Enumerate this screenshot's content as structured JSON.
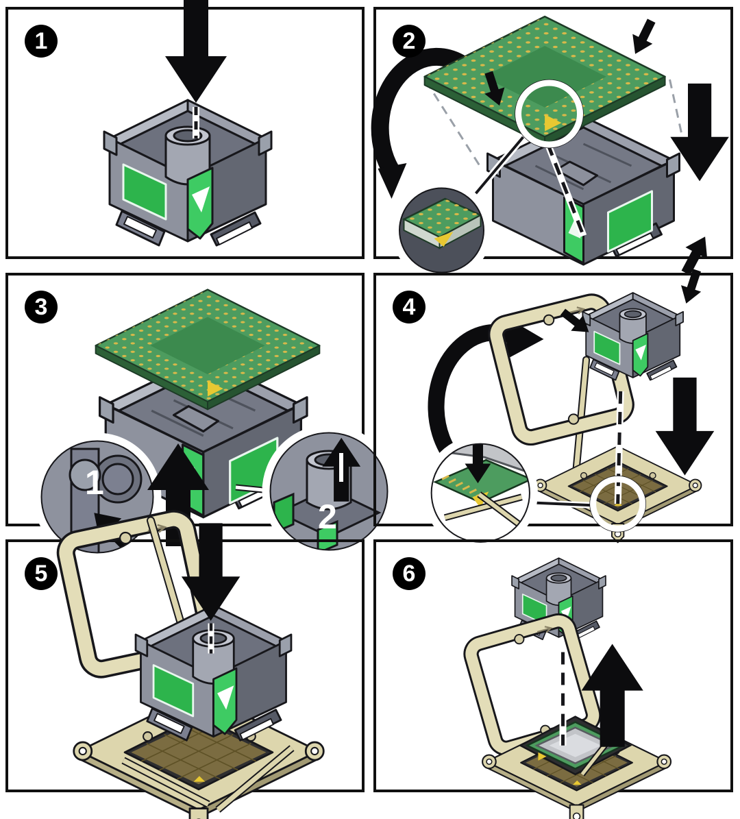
{
  "figure": {
    "panel_count": 6
  },
  "panels": [
    {
      "badge": "1"
    },
    {
      "badge": "2"
    },
    {
      "badge": "3",
      "callouts": [
        {
          "label": "1"
        },
        {
          "label": "2"
        }
      ]
    },
    {
      "badge": "4"
    },
    {
      "badge": "5"
    },
    {
      "badge": "6"
    }
  ],
  "colors": {
    "sticker_green": "#2db44c",
    "strip_green": "#3ecb63",
    "pcb_green": "#4d9c5f",
    "pcb_center_green": "#3c8a4e",
    "pin_gold": "#d8b84a",
    "marker_yellow": "#e8c832",
    "socket_beige": "#ddd6ad",
    "socket_beige_light": "#e3ddb8",
    "pinfield_brown": "#7b6c41",
    "tool_gray": "#8e929e",
    "tool_gray_dark": "#636772",
    "tool_gray_light": "#b6bac4",
    "heat_spreader_silver": "#c2c4c8",
    "arrow_black": "#0c0c0e",
    "badge_black": "#000000"
  }
}
